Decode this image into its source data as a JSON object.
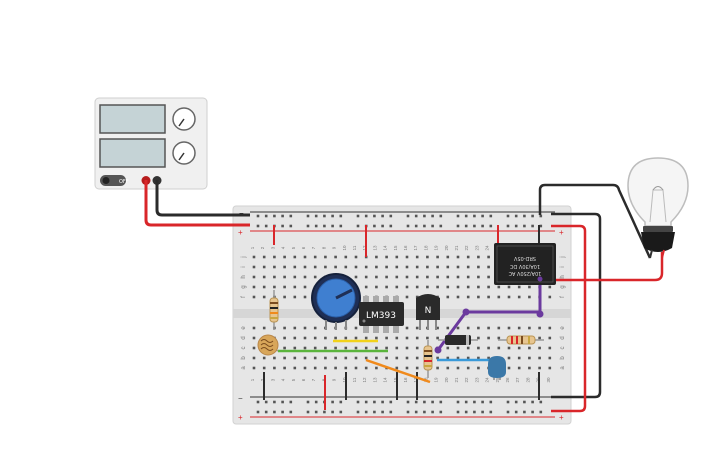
{
  "power_supply": {
    "display_1": "",
    "display_2": "",
    "knob_1_label": "",
    "knob_2_label": "",
    "off_label": "OFF",
    "terminals": [
      "negative-terminal",
      "positive-terminal"
    ]
  },
  "breadboard": {
    "row_letters_top": [
      "j",
      "i",
      "h",
      "g",
      "f"
    ],
    "row_letters_bottom": [
      "e",
      "d",
      "c",
      "b",
      "a"
    ],
    "columns": [
      "1",
      "2",
      "3",
      "4",
      "5",
      "6",
      "7",
      "8",
      "9",
      "10",
      "11",
      "12",
      "13",
      "14",
      "15",
      "16",
      "17",
      "18",
      "19",
      "20",
      "21",
      "22",
      "23",
      "24",
      "25",
      "26",
      "27",
      "28",
      "29",
      "30"
    ],
    "rail_plus": "+",
    "rail_minus": "−"
  },
  "components": {
    "ic_label": "LM393",
    "transistor_label": "N",
    "relay_line_1": "10A/250V AC",
    "relay_line_2": "10A/30V DC",
    "relay_line_3": "SRD-05V"
  },
  "colors": {
    "wire_red": "#d9262a",
    "wire_black": "#2b2b2b",
    "wire_green": "#5ab43c",
    "wire_yellow": "#f2d21b",
    "wire_orange": "#f08a1c",
    "wire_blue": "#3a9ad9",
    "wire_purple": "#6b3a9e",
    "potentiometer": "#3f7fd0",
    "relay_body": "#222222",
    "breadboard": "#e6e6e6"
  }
}
